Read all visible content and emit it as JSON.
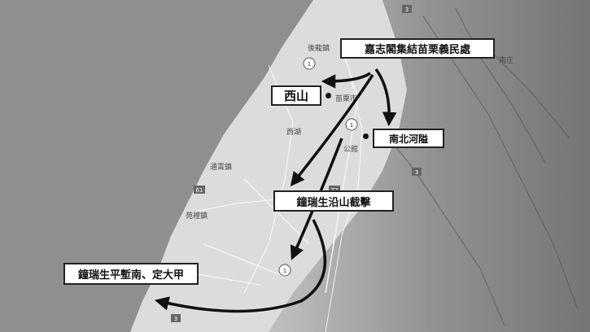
{
  "annotations": {
    "gathering": "嘉志閣集結苗栗義民處",
    "xishan": "西山",
    "nanbei": "南北河隘",
    "intercept": "鐘瑞生沿山截擊",
    "pacify": "鐘瑞生平塹南、定大甲"
  },
  "places": {
    "houlong": "後龍鎮",
    "miaoli": "苗栗市",
    "xihu": "西湖",
    "tongxiao": "通霄鎮",
    "yuanli": "苑裡鎮",
    "gongguan": "公館",
    "nanzhuang": "南庄"
  },
  "roads": {
    "r1a": "1",
    "r1b": "1",
    "r3a": "3",
    "r3b": "3",
    "r3c": "3",
    "r61": "61",
    "r72": "72",
    "r1st": "1"
  },
  "colors": {
    "sea": "#8f8f8f",
    "land": "#dedede",
    "mountain": "#6f6f6f",
    "arrow": "#111111"
  }
}
